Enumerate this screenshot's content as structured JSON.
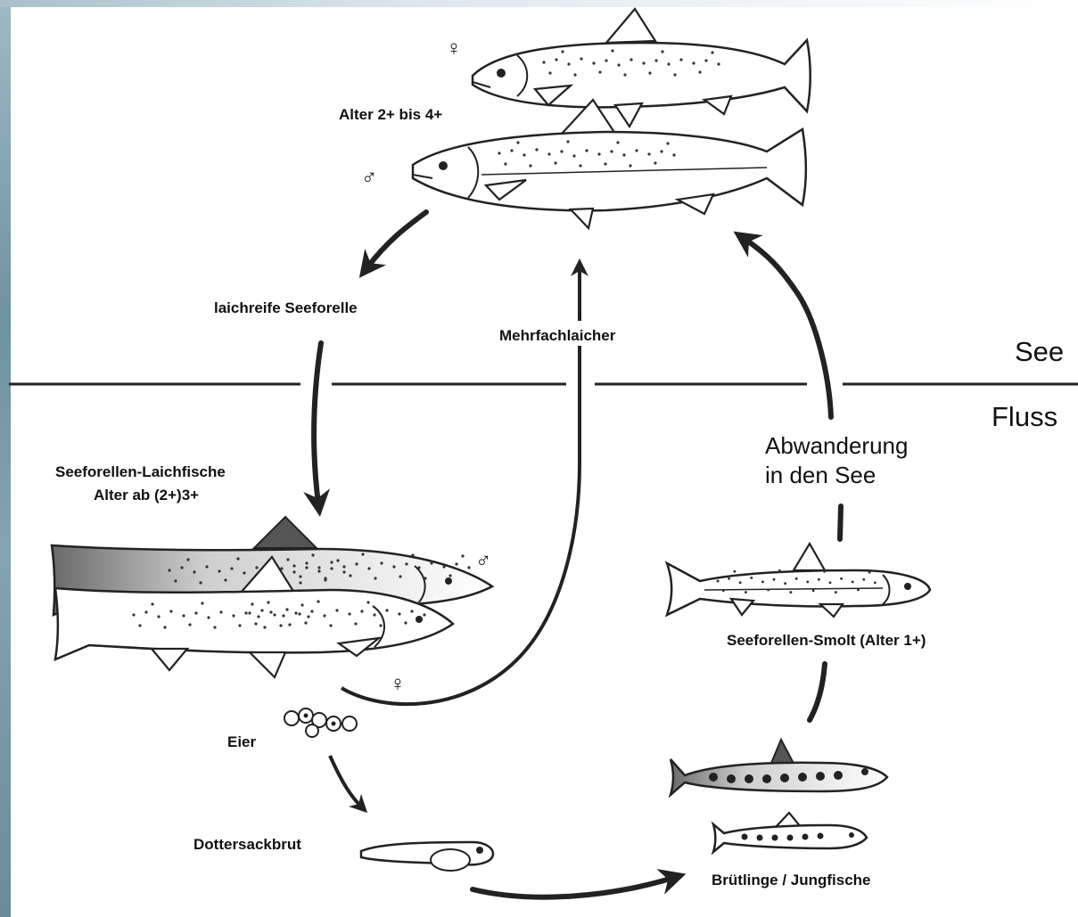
{
  "labels": {
    "age_adult": "Alter 2+ bis 4+",
    "spawning_ready": "laichreife Seeforelle",
    "repeat_spawner": "Mehrfachlaicher",
    "zone_lake": "See",
    "zone_river": "Fluss",
    "migration_line1": "Abwanderung",
    "migration_line2": "in den See",
    "spawners_line1": "Seeforellen-Laichfische",
    "spawners_line2": "Alter ab (2+)3+",
    "smolt": "Seeforellen-Smolt (Alter 1+)",
    "eggs": "Eier",
    "yolk_sac_fry": "Dottersackbrut",
    "juveniles": "Brütlinge / Jungfische",
    "female_top": "♀",
    "male_top": "♂",
    "male_bottom": "♂",
    "female_bottom": "♀"
  },
  "colors": {
    "ink": "#222222",
    "background": "#ffffff",
    "water_edge": "#7f9fac"
  }
}
